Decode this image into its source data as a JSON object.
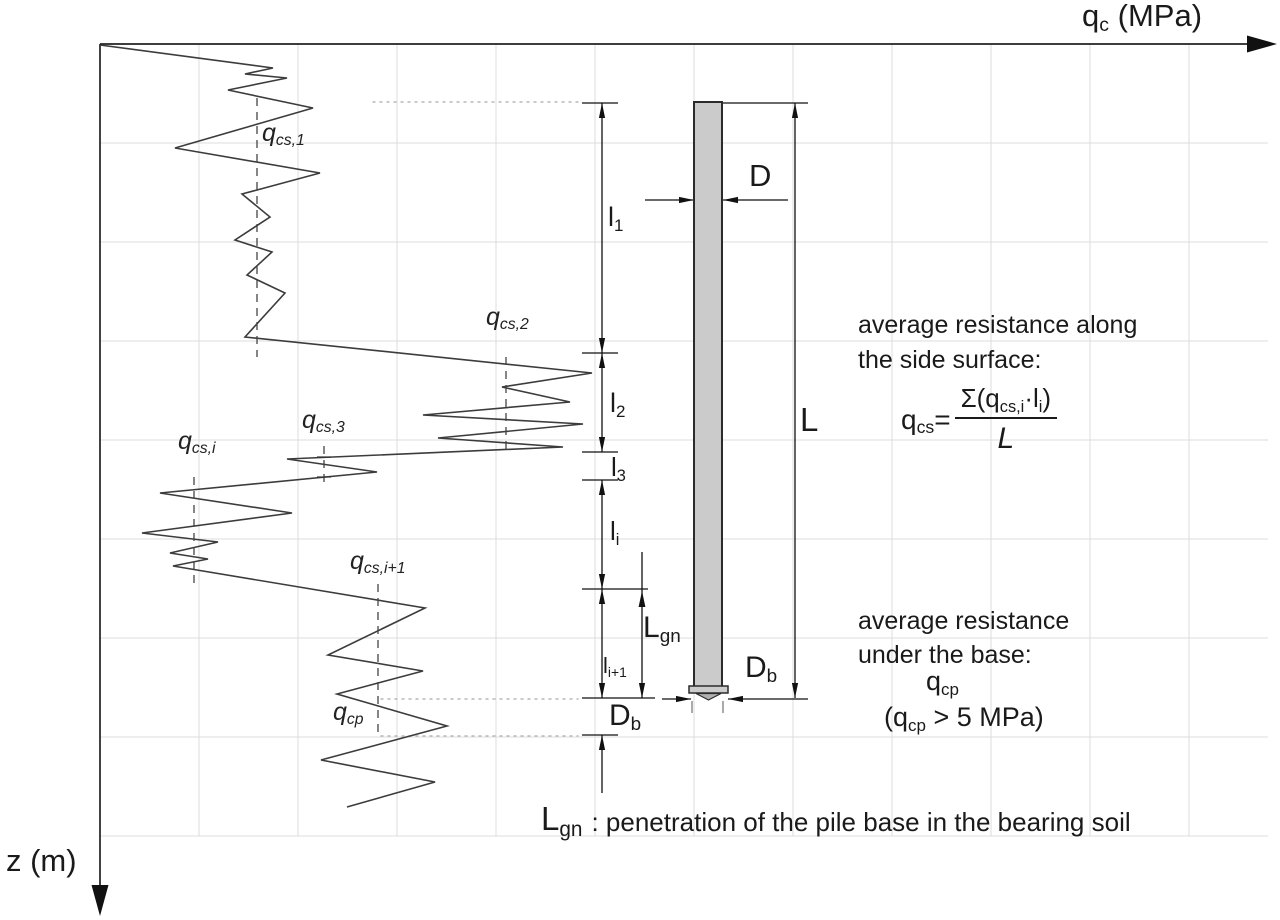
{
  "axis_labels": {
    "qc": [
      {
        "t": "q"
      },
      {
        "s": "c"
      },
      {
        "t": " (MPa)"
      }
    ],
    "z": "z (m)"
  },
  "profile_labels": {
    "qcs1": [
      {
        "t": "q"
      },
      {
        "s": "cs,1"
      }
    ],
    "qcs2": [
      {
        "t": "q"
      },
      {
        "s": "cs,2"
      }
    ],
    "qcs3": [
      {
        "t": "q"
      },
      {
        "s": "cs,3"
      }
    ],
    "qcsi": [
      {
        "t": "q"
      },
      {
        "s": "cs,i"
      }
    ],
    "qcsi1": [
      {
        "t": "q"
      },
      {
        "s": "cs,i+1"
      }
    ],
    "qcp": [
      {
        "t": "q"
      },
      {
        "s": "cp"
      }
    ]
  },
  "layer_labels": {
    "l1": [
      {
        "t": "l"
      },
      {
        "s": "1"
      }
    ],
    "l2": [
      {
        "t": "l"
      },
      {
        "s": "2"
      }
    ],
    "l3": [
      {
        "t": "l"
      },
      {
        "s": "3"
      }
    ],
    "li": [
      {
        "t": "l"
      },
      {
        "s": "i"
      }
    ],
    "li1": [
      {
        "t": "l"
      },
      {
        "s": "i+1"
      }
    ]
  },
  "dimension_labels": {
    "D": "D",
    "L": "L",
    "Lgn": [
      {
        "t": "L"
      },
      {
        "s": "gn"
      }
    ],
    "Db": [
      {
        "t": "D"
      },
      {
        "s": "b"
      }
    ]
  },
  "side_note": {
    "line1": "average resistance along",
    "line2": "the side surface:",
    "formula": {
      "lhs": [
        {
          "t": "q"
        },
        {
          "s": "cs"
        },
        {
          "t": "="
        }
      ],
      "numerator": [
        {
          "t": "Σ(q"
        },
        {
          "s": "cs,i"
        },
        {
          "t": "·l"
        },
        {
          "s": "i"
        },
        {
          "t": ")"
        }
      ],
      "denominator": "L"
    }
  },
  "base_note": {
    "line1": "average resistance",
    "line2": "under the base:",
    "value": [
      {
        "t": "q"
      },
      {
        "s": "cp"
      }
    ],
    "condition": [
      {
        "t": "(q"
      },
      {
        "s": "cp"
      },
      {
        "t": " > 5 MPa)"
      }
    ]
  },
  "caption": {
    "term": [
      {
        "t": "L"
      },
      {
        "s": "gn"
      }
    ],
    "text": ": penetration of the pile base in the bearing soil"
  }
}
